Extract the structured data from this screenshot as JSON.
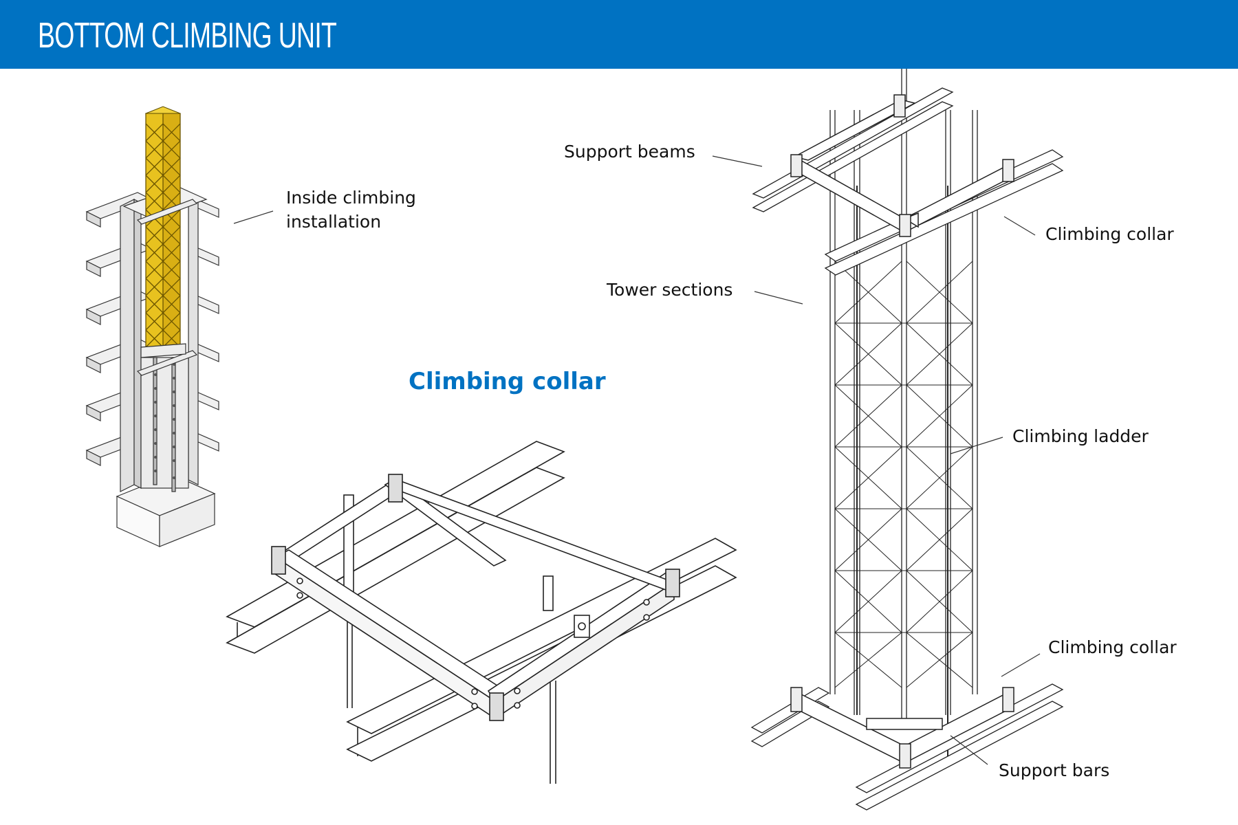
{
  "header": {
    "title": "BOTTOM CLIMBING UNIT",
    "background_color": "#0072C2"
  },
  "left_illustration": {
    "label_line1": "Inside climbing",
    "label_line2": "installation",
    "tower_color": "#E8C21F",
    "building_color": "#E6E6E6"
  },
  "center_illustration": {
    "heading": "Climbing collar",
    "heading_color": "#0072C2"
  },
  "right_illustration": {
    "labels": {
      "support_beams": "Support beams",
      "tower_sections": "Tower sections",
      "climbing_collar_top": "Climbing collar",
      "climbing_ladder": "Climbing ladder",
      "climbing_collar_bottom": "Climbing collar",
      "support_bars": "Support bars"
    }
  }
}
